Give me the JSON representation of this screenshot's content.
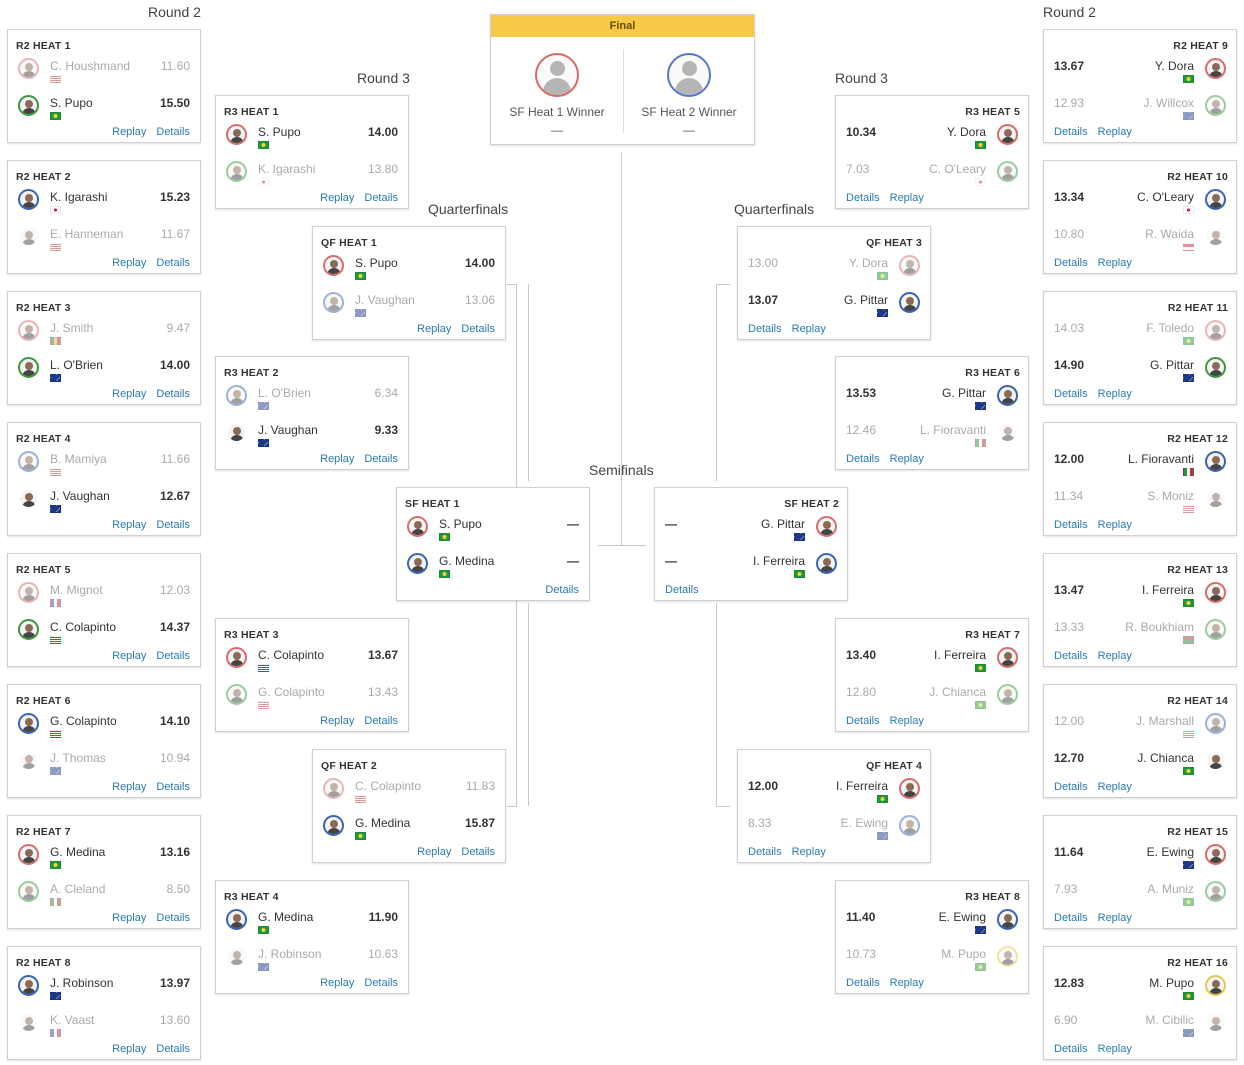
{
  "titles": {
    "round2_left": "Round 2",
    "round3_left": "Round 3",
    "quarterfinals_left": "Quarterfinals",
    "semifinals": "Semifinals",
    "quarterfinals_right": "Quarterfinals",
    "round3_right": "Round 3",
    "round2_right": "Round 2"
  },
  "final": {
    "title": "Final",
    "slot1_name": "SF Heat 1 Winner",
    "slot1_score": "—",
    "slot2_name": "SF Heat 2 Winner",
    "slot2_score": "—"
  },
  "heats": {
    "r2h1": {
      "title": "R2 HEAT 1",
      "links": [
        "Replay",
        "Details"
      ],
      "p1": {
        "name": "C. Houshmand",
        "score": "11.60",
        "flag": "usa",
        "ring": "#d96b6b"
      },
      "p2": {
        "name": "S. Pupo",
        "score": "15.50",
        "flag": "bra",
        "ring": "#3a9a3a"
      },
      "winner": 2
    },
    "r2h2": {
      "title": "R2 HEAT 2",
      "links": [
        "Replay",
        "Details"
      ],
      "p1": {
        "name": "K. Igarashi",
        "score": "15.23",
        "flag": "jpn",
        "ring": "#3a63b8"
      },
      "p2": {
        "name": "E. Hanneman",
        "score": "11.67",
        "flag": "usa",
        "ring": "#ffffff"
      },
      "winner": 1
    },
    "r2h3": {
      "title": "R2 HEAT 3",
      "links": [
        "Replay",
        "Details"
      ],
      "p1": {
        "name": "J. Smith",
        "score": "9.47",
        "flag": "rsa",
        "ring": "#d96b6b"
      },
      "p2": {
        "name": "L. O'Brien",
        "score": "14.00",
        "flag": "aus",
        "ring": "#3a9a3a"
      },
      "winner": 2
    },
    "r2h4": {
      "title": "R2 HEAT 4",
      "links": [
        "Replay",
        "Details"
      ],
      "p1": {
        "name": "B. Mamiya",
        "score": "11.66",
        "flag": "usa",
        "ring": "#3a63b8"
      },
      "p2": {
        "name": "J. Vaughan",
        "score": "12.67",
        "flag": "aus",
        "ring": "#ffffff"
      },
      "winner": 2
    },
    "r2h5": {
      "title": "R2 HEAT 5",
      "links": [
        "Replay",
        "Details"
      ],
      "p1": {
        "name": "M. Mignot",
        "score": "12.03",
        "flag": "fra",
        "ring": "#d96b6b"
      },
      "p2": {
        "name": "C. Colapinto",
        "score": "14.37",
        "flag": "usa",
        "ring": "#3a9a3a"
      },
      "winner": 2
    },
    "r2h6": {
      "title": "R2 HEAT 6",
      "links": [
        "Replay",
        "Details"
      ],
      "p1": {
        "name": "G. Colapinto",
        "score": "14.10",
        "flag": "usa",
        "ring": "#3a63b8"
      },
      "p2": {
        "name": "J. Thomas",
        "score": "10.94",
        "flag": "aus",
        "ring": "#ffffff"
      },
      "winner": 1
    },
    "r2h7": {
      "title": "R2 HEAT 7",
      "links": [
        "Replay",
        "Details"
      ],
      "p1": {
        "name": "G. Medina",
        "score": "13.16",
        "flag": "bra",
        "ring": "#d96b6b"
      },
      "p2": {
        "name": "A. Cleland",
        "score": "8.50",
        "flag": "mex",
        "ring": "#3a9a3a"
      },
      "winner": 1
    },
    "r2h8": {
      "title": "R2 HEAT 8",
      "links": [
        "Replay",
        "Details"
      ],
      "p1": {
        "name": "J. Robinson",
        "score": "13.97",
        "flag": "aus",
        "ring": "#3a63b8"
      },
      "p2": {
        "name": "K. Vaast",
        "score": "13.60",
        "flag": "fra",
        "ring": "#ffffff"
      },
      "winner": 1
    },
    "r3h1": {
      "title": "R3 HEAT 1",
      "links": [
        "Replay",
        "Details"
      ],
      "p1": {
        "name": "S. Pupo",
        "score": "14.00",
        "flag": "bra",
        "ring": "#d96b6b"
      },
      "p2": {
        "name": "K. Igarashi",
        "score": "13.80",
        "flag": "jpn",
        "ring": "#3a9a3a"
      },
      "winner": 1
    },
    "r3h2": {
      "title": "R3 HEAT 2",
      "links": [
        "Replay",
        "Details"
      ],
      "p1": {
        "name": "L. O'Brien",
        "score": "6.34",
        "flag": "aus",
        "ring": "#3a63b8"
      },
      "p2": {
        "name": "J. Vaughan",
        "score": "9.33",
        "flag": "aus",
        "ring": "#ffffff"
      },
      "winner": 2
    },
    "r3h3": {
      "title": "R3 HEAT 3",
      "links": [
        "Replay",
        "Details"
      ],
      "p1": {
        "name": "C. Colapinto",
        "score": "13.67",
        "flag": "usa",
        "ring": "#d96b6b"
      },
      "p2": {
        "name": "G. Colapinto",
        "score": "13.43",
        "flag": "usa",
        "ring": "#3a9a3a"
      },
      "winner": 1
    },
    "r3h4": {
      "title": "R3 HEAT 4",
      "links": [
        "Replay",
        "Details"
      ],
      "p1": {
        "name": "G. Medina",
        "score": "11.90",
        "flag": "bra",
        "ring": "#3a63b8"
      },
      "p2": {
        "name": "J. Robinson",
        "score": "10.63",
        "flag": "aus",
        "ring": "#ffffff"
      },
      "winner": 1
    },
    "qf1": {
      "title": "QF HEAT 1",
      "links": [
        "Replay",
        "Details"
      ],
      "p1": {
        "name": "S. Pupo",
        "score": "14.00",
        "flag": "bra",
        "ring": "#d96b6b"
      },
      "p2": {
        "name": "J. Vaughan",
        "score": "13.06",
        "flag": "aus",
        "ring": "#3a63b8"
      },
      "winner": 1
    },
    "qf2": {
      "title": "QF HEAT 2",
      "links": [
        "Replay",
        "Details"
      ],
      "p1": {
        "name": "C. Colapinto",
        "score": "11.83",
        "flag": "usa",
        "ring": "#d96b6b"
      },
      "p2": {
        "name": "G. Medina",
        "score": "15.87",
        "flag": "bra",
        "ring": "#3a63b8"
      },
      "winner": 2
    },
    "sf1": {
      "title": "SF HEAT 1",
      "links": [
        "Details"
      ],
      "p1": {
        "name": "S. Pupo",
        "score": "—",
        "flag": "bra",
        "ring": "#d96b6b"
      },
      "p2": {
        "name": "G. Medina",
        "score": "—",
        "flag": "bra",
        "ring": "#3a63b8"
      },
      "winner": 0
    },
    "sf2": {
      "title": "SF HEAT 2",
      "links": [
        "Details"
      ],
      "p1": {
        "name": "G. Pittar",
        "score": "—",
        "flag": "aus",
        "ring": "#d96b6b"
      },
      "p2": {
        "name": "I. Ferreira",
        "score": "—",
        "flag": "bra",
        "ring": "#3a63b8"
      },
      "winner": 0
    },
    "qf3": {
      "title": "QF HEAT 3",
      "links": [
        "Details",
        "Replay"
      ],
      "p1": {
        "name": "Y. Dora",
        "score": "13.00",
        "flag": "bra",
        "ring": "#d96b6b"
      },
      "p2": {
        "name": "G. Pittar",
        "score": "13.07",
        "flag": "aus",
        "ring": "#3a63b8"
      },
      "winner": 2
    },
    "qf4": {
      "title": "QF HEAT 4",
      "links": [
        "Details",
        "Replay"
      ],
      "p1": {
        "name": "I. Ferreira",
        "score": "12.00",
        "flag": "bra",
        "ring": "#d96b6b"
      },
      "p2": {
        "name": "E. Ewing",
        "score": "8.33",
        "flag": "aus",
        "ring": "#3a63b8"
      },
      "winner": 1
    },
    "r3h5": {
      "title": "R3 HEAT 5",
      "links": [
        "Details",
        "Replay"
      ],
      "p1": {
        "name": "Y. Dora",
        "score": "10.34",
        "flag": "bra",
        "ring": "#d96b6b"
      },
      "p2": {
        "name": "C. O'Leary",
        "score": "7.03",
        "flag": "jpn",
        "ring": "#3a9a3a"
      },
      "winner": 1
    },
    "r3h6": {
      "title": "R3 HEAT 6",
      "links": [
        "Details",
        "Replay"
      ],
      "p1": {
        "name": "G. Pittar",
        "score": "13.53",
        "flag": "aus",
        "ring": "#3a63b8"
      },
      "p2": {
        "name": "L. Fioravanti",
        "score": "12.46",
        "flag": "ita",
        "ring": "#ffffff"
      },
      "winner": 1
    },
    "r3h7": {
      "title": "R3 HEAT 7",
      "links": [
        "Details",
        "Replay"
      ],
      "p1": {
        "name": "I. Ferreira",
        "score": "13.40",
        "flag": "bra",
        "ring": "#d96b6b"
      },
      "p2": {
        "name": "J. Chianca",
        "score": "12.80",
        "flag": "bra",
        "ring": "#3a9a3a"
      },
      "winner": 1
    },
    "r3h8": {
      "title": "R3 HEAT 8",
      "links": [
        "Details",
        "Replay"
      ],
      "p1": {
        "name": "E. Ewing",
        "score": "11.40",
        "flag": "aus",
        "ring": "#3a63b8"
      },
      "p2": {
        "name": "M. Pupo",
        "score": "10.73",
        "flag": "bra",
        "ring": "#e6c84a"
      },
      "winner": 1
    },
    "r2h9": {
      "title": "R2 HEAT 9",
      "links": [
        "Details",
        "Replay"
      ],
      "p1": {
        "name": "Y. Dora",
        "score": "13.67",
        "flag": "bra",
        "ring": "#d96b6b"
      },
      "p2": {
        "name": "J. Willcox",
        "score": "12.93",
        "flag": "aus",
        "ring": "#3a9a3a"
      },
      "winner": 1
    },
    "r2h10": {
      "title": "R2 HEAT 10",
      "links": [
        "Details",
        "Replay"
      ],
      "p1": {
        "name": "C. O'Leary",
        "score": "13.34",
        "flag": "jpn",
        "ring": "#3a63b8"
      },
      "p2": {
        "name": "R. Waida",
        "score": "10.80",
        "flag": "idn",
        "ring": "#ffffff"
      },
      "winner": 1
    },
    "r2h11": {
      "title": "R2 HEAT 11",
      "links": [
        "Details",
        "Replay"
      ],
      "p1": {
        "name": "F. Toledo",
        "score": "14.03",
        "flag": "bra",
        "ring": "#d96b6b"
      },
      "p2": {
        "name": "G. Pittar",
        "score": "14.90",
        "flag": "aus",
        "ring": "#3a9a3a"
      },
      "winner": 2
    },
    "r2h12": {
      "title": "R2 HEAT 12",
      "links": [
        "Details",
        "Replay"
      ],
      "p1": {
        "name": "L. Fioravanti",
        "score": "12.00",
        "flag": "ita",
        "ring": "#3a63b8"
      },
      "p2": {
        "name": "S. Moniz",
        "score": "11.34",
        "flag": "usa",
        "ring": "#ffffff"
      },
      "winner": 1
    },
    "r2h13": {
      "title": "R2 HEAT 13",
      "links": [
        "Details",
        "Replay"
      ],
      "p1": {
        "name": "I. Ferreira",
        "score": "13.47",
        "flag": "bra",
        "ring": "#d96b6b"
      },
      "p2": {
        "name": "R. Boukhiam",
        "score": "13.33",
        "flag": "mar",
        "ring": "#3a9a3a"
      },
      "winner": 1
    },
    "r2h14": {
      "title": "R2 HEAT 14",
      "links": [
        "Details",
        "Replay"
      ],
      "p1": {
        "name": "J. Marshall",
        "score": "12.00",
        "flag": "usa",
        "ring": "#3a63b8"
      },
      "p2": {
        "name": "J. Chianca",
        "score": "12.70",
        "flag": "bra",
        "ring": "#ffffff"
      },
      "winner": 2
    },
    "r2h15": {
      "title": "R2 HEAT 15",
      "links": [
        "Details",
        "Replay"
      ],
      "p1": {
        "name": "E. Ewing",
        "score": "11.64",
        "flag": "aus",
        "ring": "#d96b6b"
      },
      "p2": {
        "name": "A. Muniz",
        "score": "7.93",
        "flag": "bra",
        "ring": "#3a9a3a"
      },
      "winner": 1
    },
    "r2h16": {
      "title": "R2 HEAT 16",
      "links": [
        "Details",
        "Replay"
      ],
      "p1": {
        "name": "M. Pupo",
        "score": "12.83",
        "flag": "bra",
        "ring": "#e6c84a"
      },
      "p2": {
        "name": "M. Cibilic",
        "score": "6.90",
        "flag": "aus",
        "ring": "#ffffff"
      },
      "winner": 1
    }
  },
  "flag_colors": {
    "usa": [
      "#bf3a3a",
      "#ffffff",
      "#3c3b6e"
    ],
    "bra": [
      "#1f9a3a",
      "#f2d23a"
    ],
    "aus": [
      "#1c3a8a",
      "#ffffff"
    ],
    "jpn": [
      "#ffffff",
      "#d0243c"
    ],
    "rsa": [
      "#1f8a3a",
      "#e6b43a",
      "#d0243c"
    ],
    "fra": [
      "#2a4aa0",
      "#ffffff",
      "#d0243c"
    ],
    "mex": [
      "#1f8a3a",
      "#ffffff",
      "#c8283a"
    ],
    "ita": [
      "#1f9a3a",
      "#ffffff",
      "#d0243c"
    ],
    "idn": [
      "#d0243c",
      "#ffffff"
    ],
    "mar": [
      "#c8283a",
      "#1f8a3a"
    ]
  }
}
